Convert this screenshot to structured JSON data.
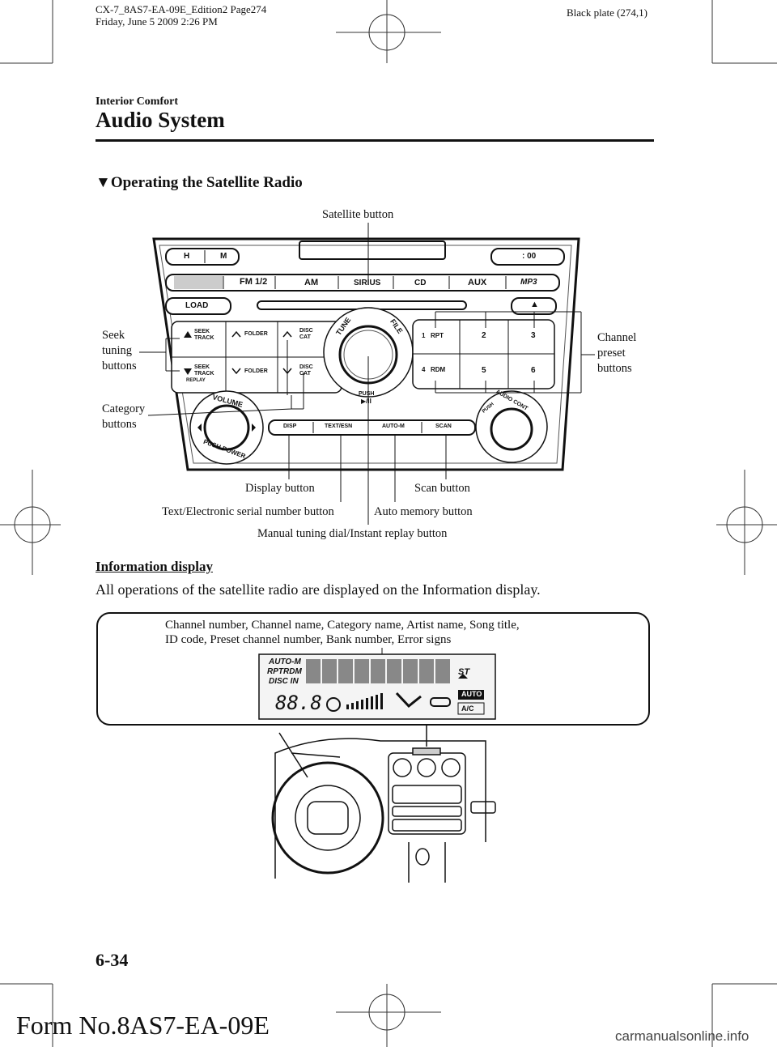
{
  "print_marks": {
    "file_line": "CX-7_8AS7-EA-09E_Edition2 Page274",
    "date_line": "Friday, June 5 2009 2:26 PM",
    "plate": "Black plate (274,1)"
  },
  "header": {
    "section": "Interior Comfort",
    "title": "Audio System"
  },
  "subsection": {
    "marker": "▼",
    "title": "Operating the Satellite Radio"
  },
  "figure1": {
    "labels": {
      "satellite": "Satellite button",
      "seek": [
        "Seek",
        "tuning",
        "buttons"
      ],
      "category": [
        "Category",
        "buttons"
      ],
      "channel": [
        "Channel",
        "preset",
        "buttons"
      ],
      "display": "Display button",
      "scan": "Scan button",
      "text_esn": "Text/Electronic serial number button",
      "auto_memory": "Auto memory button",
      "manual": "Manual tuning dial/Instant replay button"
    },
    "panel": {
      "h": "H",
      "m": "M",
      "clock": ": 00",
      "fm": "FM 1/2",
      "am": "AM",
      "sirius": "SIRIUS",
      "cd": "CD",
      "aux": "AUX",
      "mp3": "MP3",
      "load": "LOAD",
      "eject": "▲",
      "seek_track": [
        "SEEK",
        "TRACK"
      ],
      "replay": "REPLAY",
      "folder": "FOLDER",
      "disc_cat": [
        "DISC",
        "CAT"
      ],
      "tune": "TUNE",
      "file": "FILE",
      "push": "PUSH",
      "push_icon": "▶/II",
      "rpt": "RPT",
      "rdm": "RDM",
      "presets": [
        "1",
        "2",
        "3",
        "4",
        "5",
        "6"
      ],
      "volume": "VOLUME",
      "push_power": "PUSH POWER",
      "disp": "DISP",
      "text_esn": "TEXT/ESN",
      "auto_m": "AUTO-M",
      "scan": "SCAN",
      "audio_cont": "AUDIO CONT",
      "push_small": "PUSH"
    }
  },
  "info": {
    "heading": "Information display",
    "body": "All operations of the satellite radio are displayed on the Information display.",
    "callout_line1": "Channel number, Channel name, Category name, Artist name, Song title,",
    "callout_line2": "ID code, Preset channel number, Bank number, Error signs",
    "lcd": {
      "auto_m": "AUTO-M",
      "rpt_rdm": "RPTRDM",
      "disc_in": "DISC IN",
      "st": "ST",
      "temp": "88.8",
      "auto": "AUTO",
      "ac": "A/C"
    }
  },
  "footer": {
    "page_num": "6-34",
    "form_no": "Form No.8AS7-EA-09E",
    "watermark": "carmanualsonline.info"
  }
}
